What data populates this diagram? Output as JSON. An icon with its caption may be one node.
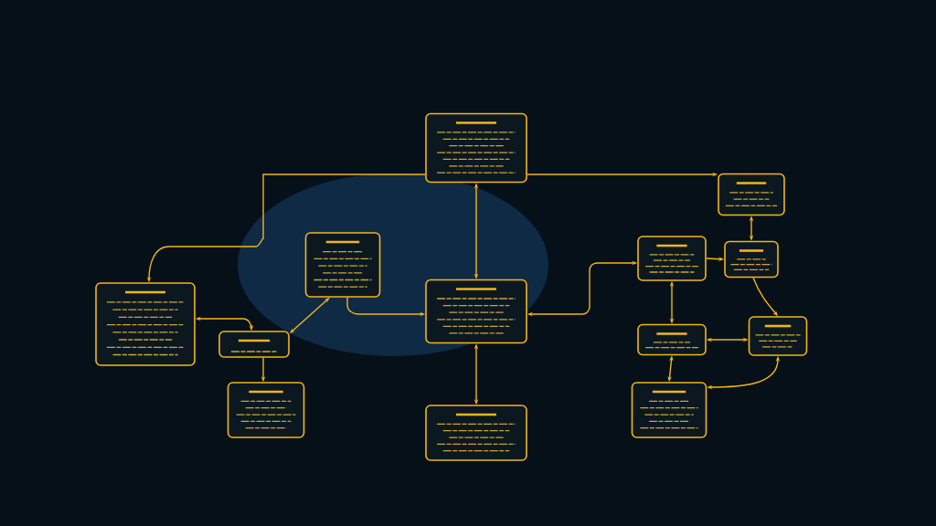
{
  "diagram": {
    "nodes": [
      {
        "text": [],
        "shape": "box"
      },
      {
        "text": [],
        "shape": "box"
      },
      {
        "text": [],
        "shape": "box"
      },
      {
        "text": [],
        "shape": "box"
      },
      {
        "text": [],
        "shape": "box"
      },
      {
        "text": [],
        "shape": "box"
      },
      {
        "text": [],
        "shape": "box"
      },
      {
        "text": [],
        "shape": "box"
      },
      {
        "text": [],
        "shape": "box"
      },
      {
        "text": [],
        "shape": "box"
      },
      {
        "text": [],
        "shape": "box"
      },
      {
        "text": [],
        "shape": "box"
      },
      {
        "text": [],
        "shape": "box"
      }
    ],
    "edges": [
      {
        "from": 0,
        "to": 6,
        "arrow": "to"
      },
      {
        "from": 0,
        "to": 1,
        "arrow": "to"
      },
      {
        "from": 0,
        "to": 3,
        "arrow": "both"
      },
      {
        "from": 3,
        "to": 12,
        "arrow": "both"
      },
      {
        "from": 2,
        "to": 3,
        "arrow": "to"
      },
      {
        "from": 2,
        "to": 7,
        "arrow": "both"
      },
      {
        "from": 6,
        "to": 7,
        "arrow": "both"
      },
      {
        "from": 7,
        "to": 10,
        "arrow": "to"
      },
      {
        "from": 3,
        "to": 4,
        "arrow": "both"
      },
      {
        "from": 1,
        "to": 5,
        "arrow": "both"
      },
      {
        "from": 4,
        "to": 5,
        "arrow": "to"
      },
      {
        "from": 5,
        "to": 9,
        "arrow": "to"
      },
      {
        "from": 4,
        "to": 8,
        "arrow": "both"
      },
      {
        "from": 8,
        "to": 9,
        "arrow": "both"
      },
      {
        "from": 8,
        "to": 11,
        "arrow": "both"
      },
      {
        "from": 9,
        "to": 11,
        "arrow": "both"
      }
    ]
  }
}
